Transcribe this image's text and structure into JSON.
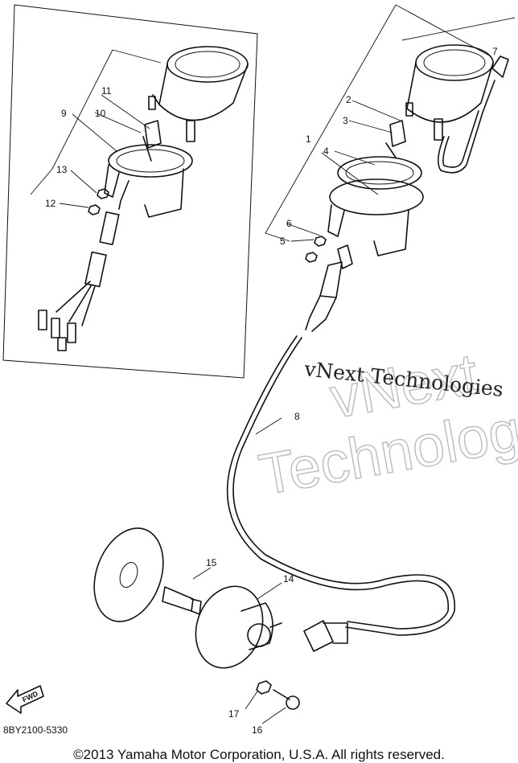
{
  "callouts": {
    "c1": "1",
    "c2": "2",
    "c3": "3",
    "c4": "4",
    "c5": "5",
    "c6": "6",
    "c7": "7",
    "c8": "8",
    "c9": "9",
    "c10": "10",
    "c11": "11",
    "c12": "12",
    "c13": "13",
    "c14": "14",
    "c15": "15",
    "c16": "16",
    "c17": "17"
  },
  "fwd_label": "FWD",
  "watermark": {
    "line1": "vNext",
    "line2": "Technologies",
    "serif_text": "vNext Technologies"
  },
  "diagram_code": "8BY2100-5330",
  "copyright": "©2013 Yamaha Motor Corporation, U.S.A. All rights reserved."
}
